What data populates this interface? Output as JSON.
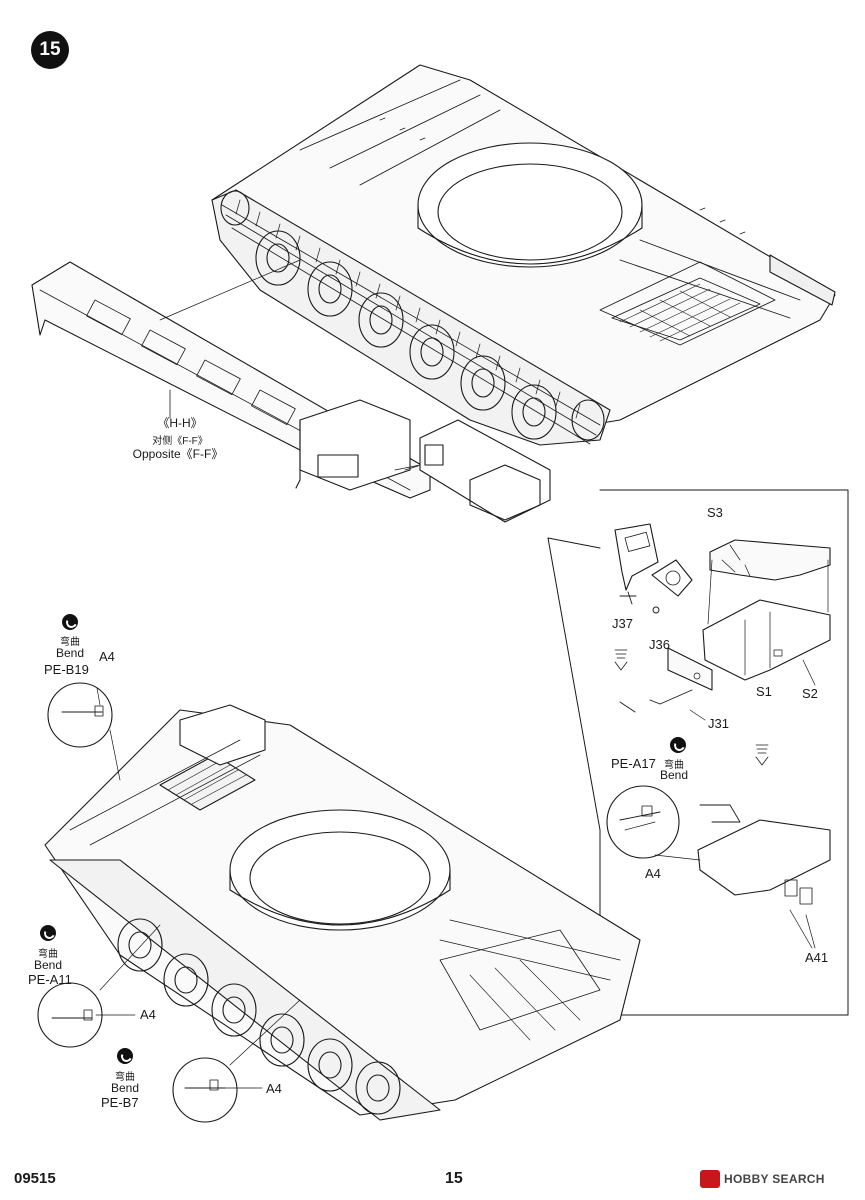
{
  "step": {
    "number": "15"
  },
  "top_callout": {
    "line1": "《H-H》",
    "line2": "对侧《F-F》",
    "line3": "Opposite《F-F》"
  },
  "inset": {
    "parts": {
      "s3": "S3",
      "j37": "J37",
      "j36": "J36",
      "s1": "S1",
      "s2": "S2",
      "j31": "J31",
      "a4": "A4",
      "a41": "A41"
    },
    "pe_a17": {
      "code": "PE-A17",
      "cn": "弯曲",
      "en": "Bend"
    }
  },
  "bend_notes": [
    {
      "id": "pe-b19",
      "cn": "弯曲",
      "en": "Bend",
      "code": "PE-B19",
      "part": "A4"
    },
    {
      "id": "pe-a11",
      "cn": "弯曲",
      "en": "Bend",
      "code": "PE-A11",
      "part": "A4"
    },
    {
      "id": "pe-b7",
      "cn": "弯曲",
      "en": "Bend",
      "code": "PE-B7",
      "part": "A4"
    }
  ],
  "footer": {
    "product_code": "09515",
    "page_number": "15",
    "watermark": "HOBBY SEARCH"
  },
  "colors": {
    "ink": "#1a1a1a",
    "paper": "#ffffff",
    "watermark_red": "#c8161d"
  },
  "icons": [
    "bend-icon",
    "step-badge",
    "arrow-down-icon",
    "hobby-search-logo"
  ]
}
